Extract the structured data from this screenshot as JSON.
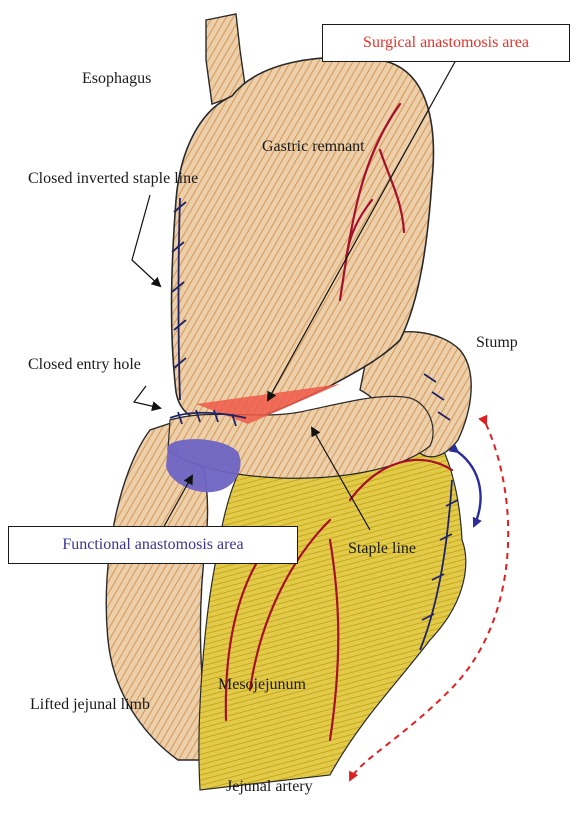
{
  "labels": {
    "esophagus": "Esophagus",
    "surgical_anastomosis_area": "Surgical anastomosis area",
    "gastric_remnant": "Gastric remnant",
    "closed_inverted_staple_line": "Closed inverted staple line",
    "stump": "Stump",
    "closed_entry_hole": "Closed entry hole",
    "functional_anastomosis_area": "Functional anastomosis area",
    "staple_line": "Staple line",
    "lifted_jejunal_limb": "Lifted jejunal limb",
    "mesojejunum": "Mesojejunum",
    "jejunal_artery": "Jejunal artery"
  },
  "colors": {
    "text": "#1a1a1a",
    "surgical_label": "#e8322a",
    "functional_label": "#3a3592",
    "stomach_fill": "#e9c8a0",
    "stomach_shade": "#d8954e",
    "mesentery_fill": "#dcc12c",
    "vessel": "#a6102a",
    "surgical_area": "#f05a4a",
    "functional_area": "#6e64c4",
    "staples": "#1f2466",
    "arrow_red": "#e02020",
    "arrow_blue": "#2a2e9a"
  }
}
